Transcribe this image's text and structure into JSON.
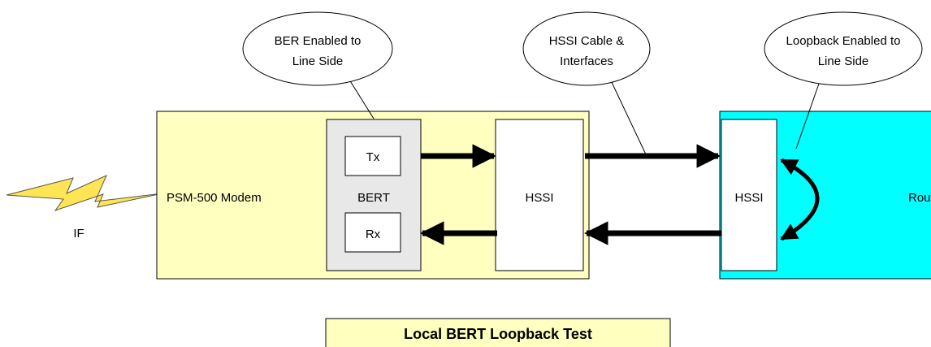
{
  "diagram": {
    "callouts": {
      "ber": [
        "BER Enabled to",
        "Line Side"
      ],
      "hssi_cable": [
        "HSSI Cable &",
        "Interfaces"
      ],
      "loopback": [
        "Loopback Enabled to",
        "Line Side"
      ]
    },
    "labels": {
      "modem": "PSM-500 Modem",
      "bert": "BERT",
      "tx": "Tx",
      "rx": "Rx",
      "hssi_modem": "HSSI",
      "hssi_router": "HSSI",
      "router": "Router",
      "if": "IF"
    },
    "caption": "Local BERT Loopback Test",
    "colors": {
      "modem_fill": "#FFFFC0",
      "router_fill": "#00FFFF",
      "bert_fill": "#E8E8E8",
      "caption_fill": "#FFFFC0",
      "lightning": "#FFE135"
    }
  }
}
